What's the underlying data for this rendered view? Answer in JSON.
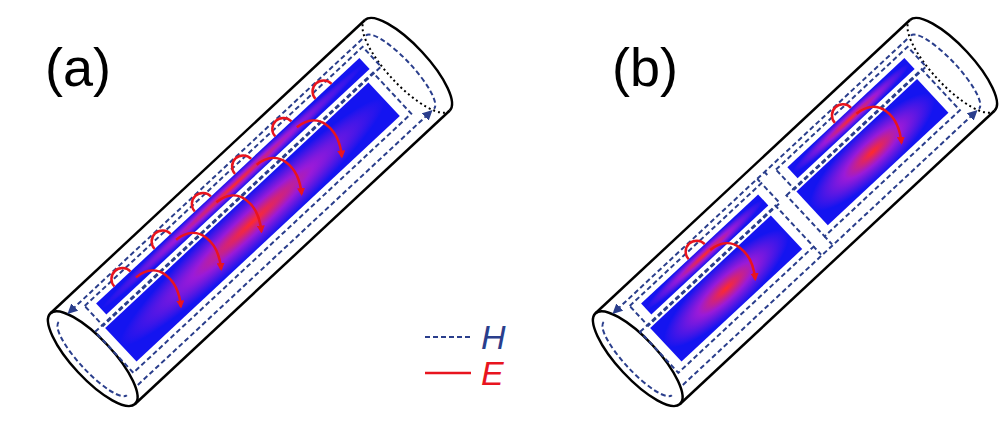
{
  "diagram": {
    "labels": [
      "(a)",
      "(b)"
    ],
    "legend": [
      {
        "text": "H⃗"
      },
      {
        "text": "E⃗"
      }
    ]
  }
}
